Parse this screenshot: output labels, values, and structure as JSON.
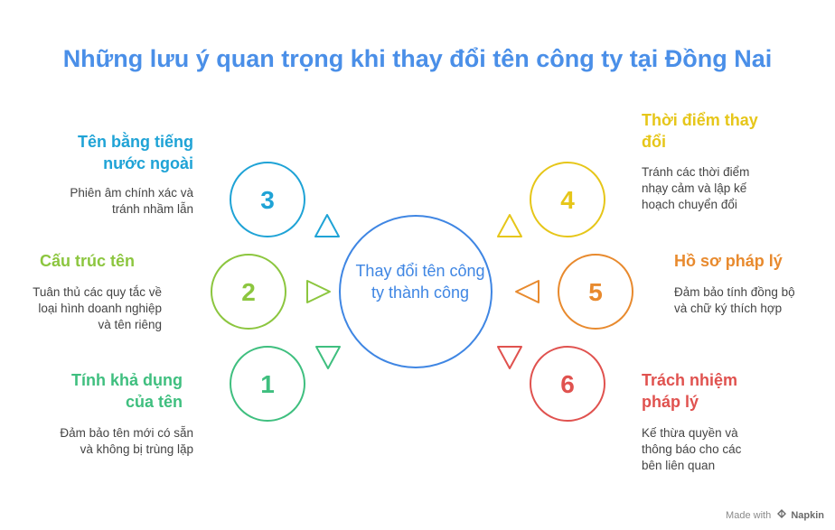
{
  "title": "Những lưu ý quan trọng khi thay đổi tên công ty tại Đồng Nai",
  "center": "Thay đổi tên công ty thành công",
  "items": [
    {
      "num": "1",
      "title": "Tính khả dụng của tên",
      "desc": "Đảm bảo tên mới có sẵn và không bị trùng lặp",
      "color": "#3fbf7f"
    },
    {
      "num": "2",
      "title": "Cấu trúc tên",
      "desc": "Tuân thủ các quy tắc về loại hình doanh nghiệp và tên riêng",
      "color": "#8cc63f"
    },
    {
      "num": "3",
      "title": "Tên bằng tiếng nước ngoài",
      "desc": "Phiên âm chính xác và tránh nhầm lẫn",
      "color": "#1fa3d6"
    },
    {
      "num": "4",
      "title": "Thời điểm thay đổi",
      "desc": "Tránh các thời điểm nhạy cảm và lập kế hoạch chuyển đổi",
      "color": "#e6c619"
    },
    {
      "num": "5",
      "title": "Hồ sơ pháp lý",
      "desc": "Đảm bảo tính đồng bộ và chữ ký thích hợp",
      "color": "#e88a2e"
    },
    {
      "num": "6",
      "title": "Trách nhiệm pháp lý",
      "desc": "Kế thừa quyền và thông báo cho các bên liên quan",
      "color": "#e0524f"
    }
  ],
  "colors": {
    "center": "#3f86e3",
    "title": "#4a8fe8"
  },
  "footer": {
    "prefix": "Made with",
    "brand": "Napkin",
    "icon": "napkin-logo-icon"
  }
}
